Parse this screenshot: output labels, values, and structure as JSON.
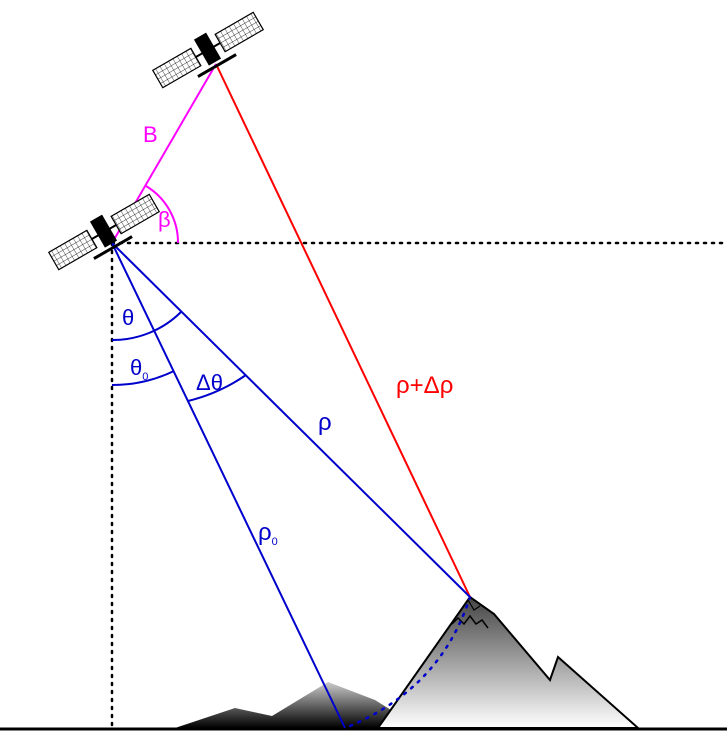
{
  "labels": {
    "baseline": "B",
    "baseline_angle": "β",
    "look_angle": "θ",
    "reference_look_angle": "θ",
    "reference_subscript": "0",
    "delta_look_angle": "Δθ",
    "slant_range": "ρ",
    "reference_range": "ρ",
    "range_plus_delta": "ρ+Δρ"
  },
  "colors": {
    "baseline": "#ff00ff",
    "primary_geometry": "#0000cc",
    "secondary_range": "#ff0000",
    "guides": "#000000",
    "mountain_top": "#444444",
    "mountain_bottom": "#ffffff",
    "terrain": "#000000"
  },
  "icons": {
    "satellite_1": "satellite-icon",
    "satellite_2": "satellite-icon"
  }
}
